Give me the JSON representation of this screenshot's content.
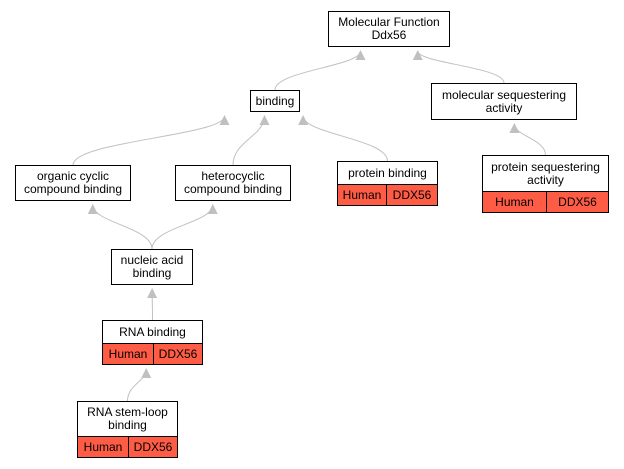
{
  "colors": {
    "annotation_fill": "#ff5c45",
    "edge": "#c0c0c0",
    "border": "#000000"
  },
  "nodes": {
    "molecular_function": {
      "label": "Molecular Function\nDdx56"
    },
    "binding": {
      "label": "binding"
    },
    "molecular_sequestering": {
      "label": "molecular sequestering\nactivity"
    },
    "organic_cyclic": {
      "label": "organic cyclic\ncompound binding"
    },
    "heterocyclic": {
      "label": "heterocyclic\ncompound binding"
    },
    "protein_binding": {
      "label": "protein binding",
      "species": "Human",
      "gene": "DDX56"
    },
    "protein_sequestering": {
      "label": "protein sequestering\nactivity",
      "species": "Human",
      "gene": "DDX56"
    },
    "nucleic_acid": {
      "label": "nucleic acid\nbinding"
    },
    "rna_binding": {
      "label": "RNA binding",
      "species": "Human",
      "gene": "DDX56"
    },
    "rna_stem_loop": {
      "label": "RNA stem-loop\nbinding",
      "species": "Human",
      "gene": "DDX56"
    }
  },
  "edges": [
    {
      "from": "binding",
      "to": "molecular_function"
    },
    {
      "from": "molecular_sequestering",
      "to": "molecular_function"
    },
    {
      "from": "organic_cyclic",
      "to": "binding"
    },
    {
      "from": "heterocyclic",
      "to": "binding"
    },
    {
      "from": "protein_binding",
      "to": "binding"
    },
    {
      "from": "protein_sequestering",
      "to": "molecular_sequestering"
    },
    {
      "from": "nucleic_acid",
      "to": "organic_cyclic"
    },
    {
      "from": "nucleic_acid",
      "to": "heterocyclic"
    },
    {
      "from": "rna_binding",
      "to": "nucleic_acid"
    },
    {
      "from": "rna_stem_loop",
      "to": "rna_binding"
    }
  ]
}
